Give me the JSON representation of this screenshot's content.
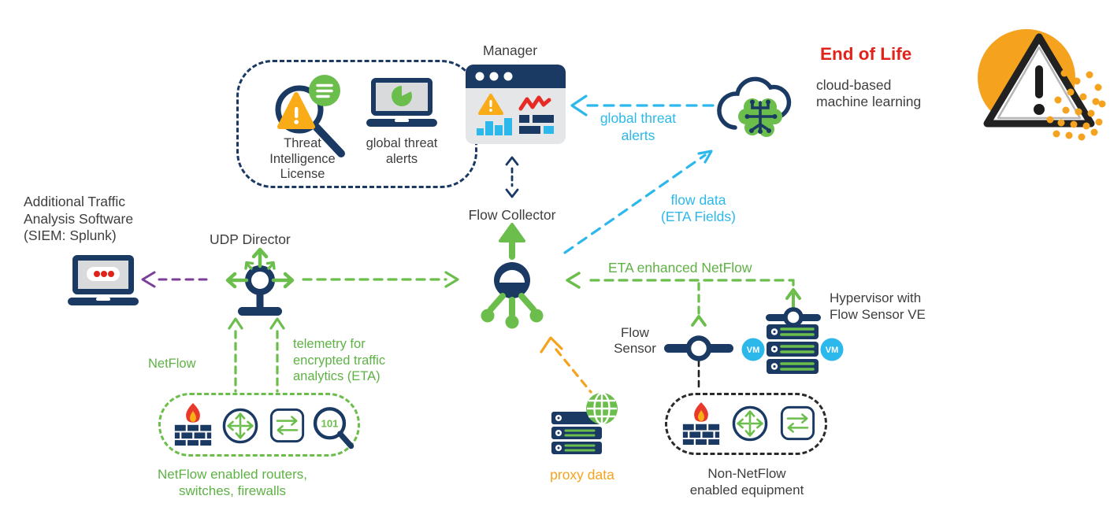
{
  "colors": {
    "navy": "#1a3a64",
    "green": "#6cbe4c",
    "cyan": "#2cb8ea",
    "orange": "#f5a31e",
    "red": "#e0241c",
    "purple": "#7b3f98",
    "gray_text": "#3e3e40"
  },
  "nodes": {
    "threat_license": {
      "label": "Threat\nIntelligence\nLicense"
    },
    "laptop_alerts": {
      "label": "global threat\nalerts"
    },
    "manager": {
      "label": "Manager"
    },
    "flow_collector": {
      "label": "Flow Collector"
    },
    "udp_director": {
      "label": "UDP Director"
    },
    "siem": {
      "label": "Additional Traffic\nAnalysis Software\n(SIEM: Splunk)"
    },
    "netflow_sources": {
      "caption": "NetFlow enabled routers,\nswitches, firewalls",
      "magnifier_text": "101"
    },
    "proxy": {
      "label": "proxy data"
    },
    "flow_sensor": {
      "label": "Flow\nSensor"
    },
    "hypervisor": {
      "label": "Hypervisor with\nFlow Sensor VE",
      "vm_badge": "VM"
    },
    "non_netflow": {
      "caption": "Non-NetFlow\nenabled equipment"
    },
    "cloud_ml": {
      "eol_title": "End of Life",
      "label": "cloud-based\nmachine learning"
    }
  },
  "edges": {
    "netflow": "NetFlow",
    "telemetry_eta": "telemetry for\nencrypted traffic\nanalytics (ETA)",
    "global_threat_alerts": "global threat\nalerts",
    "flow_data": "flow data\n(ETA Fields)",
    "eta_enhanced_netflow": "ETA enhanced NetFlow"
  }
}
